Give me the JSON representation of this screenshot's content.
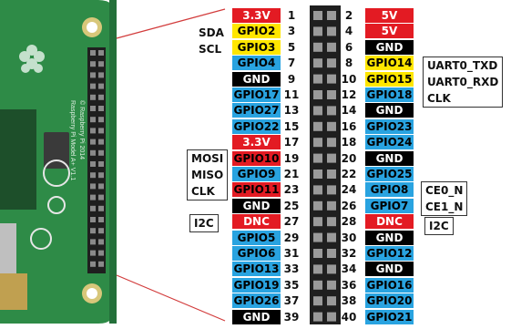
{
  "colors": {
    "power": "#e31b23",
    "gpio": "#29a3e0",
    "gnd": "#000000",
    "i2c": "#ffe600",
    "uart": "#ffe600",
    "dnc": "#e31b23",
    "spi": "#e31b23",
    "board": "#2e8b47",
    "header": "#1f1f1f"
  },
  "pins": [
    {
      "num": 1,
      "label": "3.3V",
      "type": "power"
    },
    {
      "num": 2,
      "label": "5V",
      "type": "power"
    },
    {
      "num": 3,
      "label": "GPIO2",
      "type": "i2c"
    },
    {
      "num": 4,
      "label": "5V",
      "type": "power"
    },
    {
      "num": 5,
      "label": "GPIO3",
      "type": "i2c"
    },
    {
      "num": 6,
      "label": "GND",
      "type": "gnd"
    },
    {
      "num": 7,
      "label": "GPIO4",
      "type": "gpio"
    },
    {
      "num": 8,
      "label": "GPIO14",
      "type": "uart"
    },
    {
      "num": 9,
      "label": "GND",
      "type": "gnd"
    },
    {
      "num": 10,
      "label": "GPIO15",
      "type": "uart"
    },
    {
      "num": 11,
      "label": "GPIO17",
      "type": "gpio"
    },
    {
      "num": 12,
      "label": "GPIO18",
      "type": "gpio"
    },
    {
      "num": 13,
      "label": "GPIO27",
      "type": "gpio"
    },
    {
      "num": 14,
      "label": "GND",
      "type": "gnd"
    },
    {
      "num": 15,
      "label": "GPIO22",
      "type": "gpio"
    },
    {
      "num": 16,
      "label": "GPIO23",
      "type": "gpio"
    },
    {
      "num": 17,
      "label": "3.3V",
      "type": "power"
    },
    {
      "num": 18,
      "label": "GPIO24",
      "type": "gpio"
    },
    {
      "num": 19,
      "label": "GPIO10",
      "type": "spi"
    },
    {
      "num": 20,
      "label": "GND",
      "type": "gnd"
    },
    {
      "num": 21,
      "label": "GPIO9",
      "type": "gpio"
    },
    {
      "num": 22,
      "label": "GPIO25",
      "type": "gpio"
    },
    {
      "num": 23,
      "label": "GPIO11",
      "type": "spi"
    },
    {
      "num": 24,
      "label": "GPIO8",
      "type": "gpio"
    },
    {
      "num": 25,
      "label": "GND",
      "type": "gnd"
    },
    {
      "num": 26,
      "label": "GPIO7",
      "type": "gpio"
    },
    {
      "num": 27,
      "label": "DNC",
      "type": "dnc"
    },
    {
      "num": 28,
      "label": "DNC",
      "type": "dnc"
    },
    {
      "num": 29,
      "label": "GPIO5",
      "type": "gpio"
    },
    {
      "num": 30,
      "label": "GND",
      "type": "gnd"
    },
    {
      "num": 31,
      "label": "GPIO6",
      "type": "gpio"
    },
    {
      "num": 32,
      "label": "GPIO12",
      "type": "gpio"
    },
    {
      "num": 33,
      "label": "GPIO13",
      "type": "gpio"
    },
    {
      "num": 34,
      "label": "GND",
      "type": "gnd"
    },
    {
      "num": 35,
      "label": "GPIO19",
      "type": "gpio"
    },
    {
      "num": 36,
      "label": "GPIO16",
      "type": "gpio"
    },
    {
      "num": 37,
      "label": "GPIO26",
      "type": "gpio"
    },
    {
      "num": 38,
      "label": "GPIO20",
      "type": "gpio"
    },
    {
      "num": 39,
      "label": "GND",
      "type": "gnd"
    },
    {
      "num": 40,
      "label": "GPIO21",
      "type": "gpio"
    }
  ],
  "annotations": {
    "i2c_left": [
      "SDA",
      "SCL"
    ],
    "uart_right": [
      "UART0_TXD",
      "UART0_RXD",
      "CLK"
    ],
    "spi_left": [
      "MOSI",
      "MISO",
      "CLK"
    ],
    "spi_right": [
      "CE0_N",
      "CE1_N"
    ],
    "i2c_left_bottom": "I2C",
    "i2c_right_bottom": "I2C"
  },
  "board": {
    "silk_model": "Raspberry Pi Model A+ V1.1",
    "silk_copyright": "© Raspberry Pi 2014"
  }
}
